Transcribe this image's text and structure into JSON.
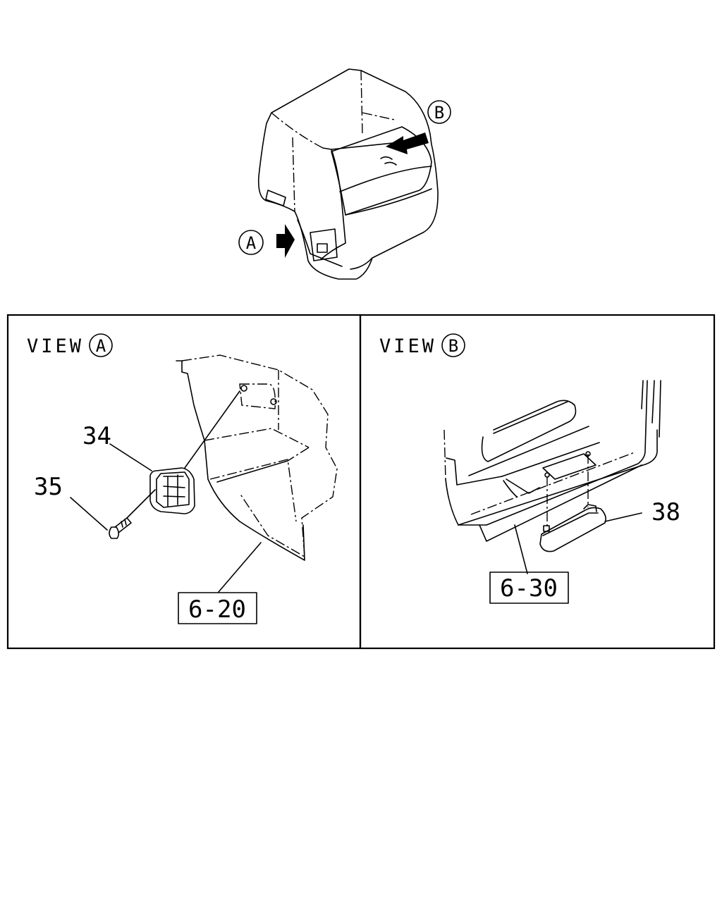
{
  "overview": {
    "callout_a": "A",
    "callout_b": "B"
  },
  "view_a": {
    "label": "VIEW",
    "letter": "A",
    "parts": [
      {
        "number": "34"
      },
      {
        "number": "35"
      }
    ],
    "ref": "6-20"
  },
  "view_b": {
    "label": "VIEW",
    "letter": "B",
    "parts": [
      {
        "number": "38"
      }
    ],
    "ref": "6-30"
  }
}
